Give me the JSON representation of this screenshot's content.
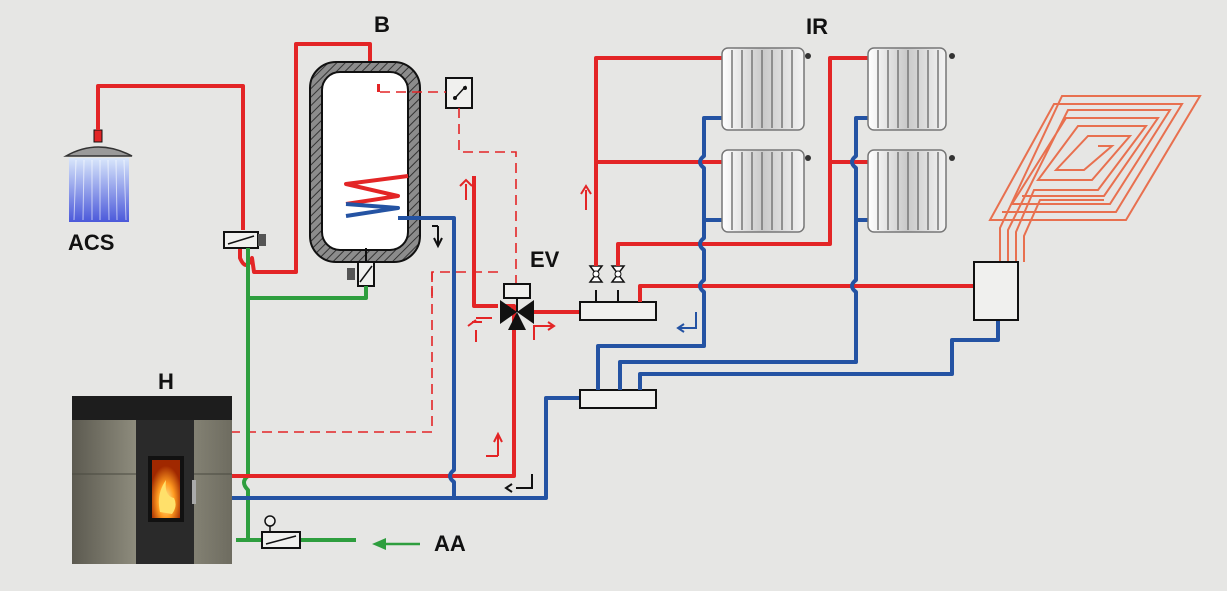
{
  "labels": {
    "acs": "ACS",
    "boiler": "B",
    "radiators": "IR",
    "valve": "EV",
    "heater": "H",
    "water_inlet": "AA"
  },
  "colors": {
    "hot_pipe": "#e32526",
    "cold_pipe": "#2453a3",
    "water_pipe": "#2e9e3e",
    "background": "#e6e6e4",
    "floor_coil": "#e8704f"
  }
}
